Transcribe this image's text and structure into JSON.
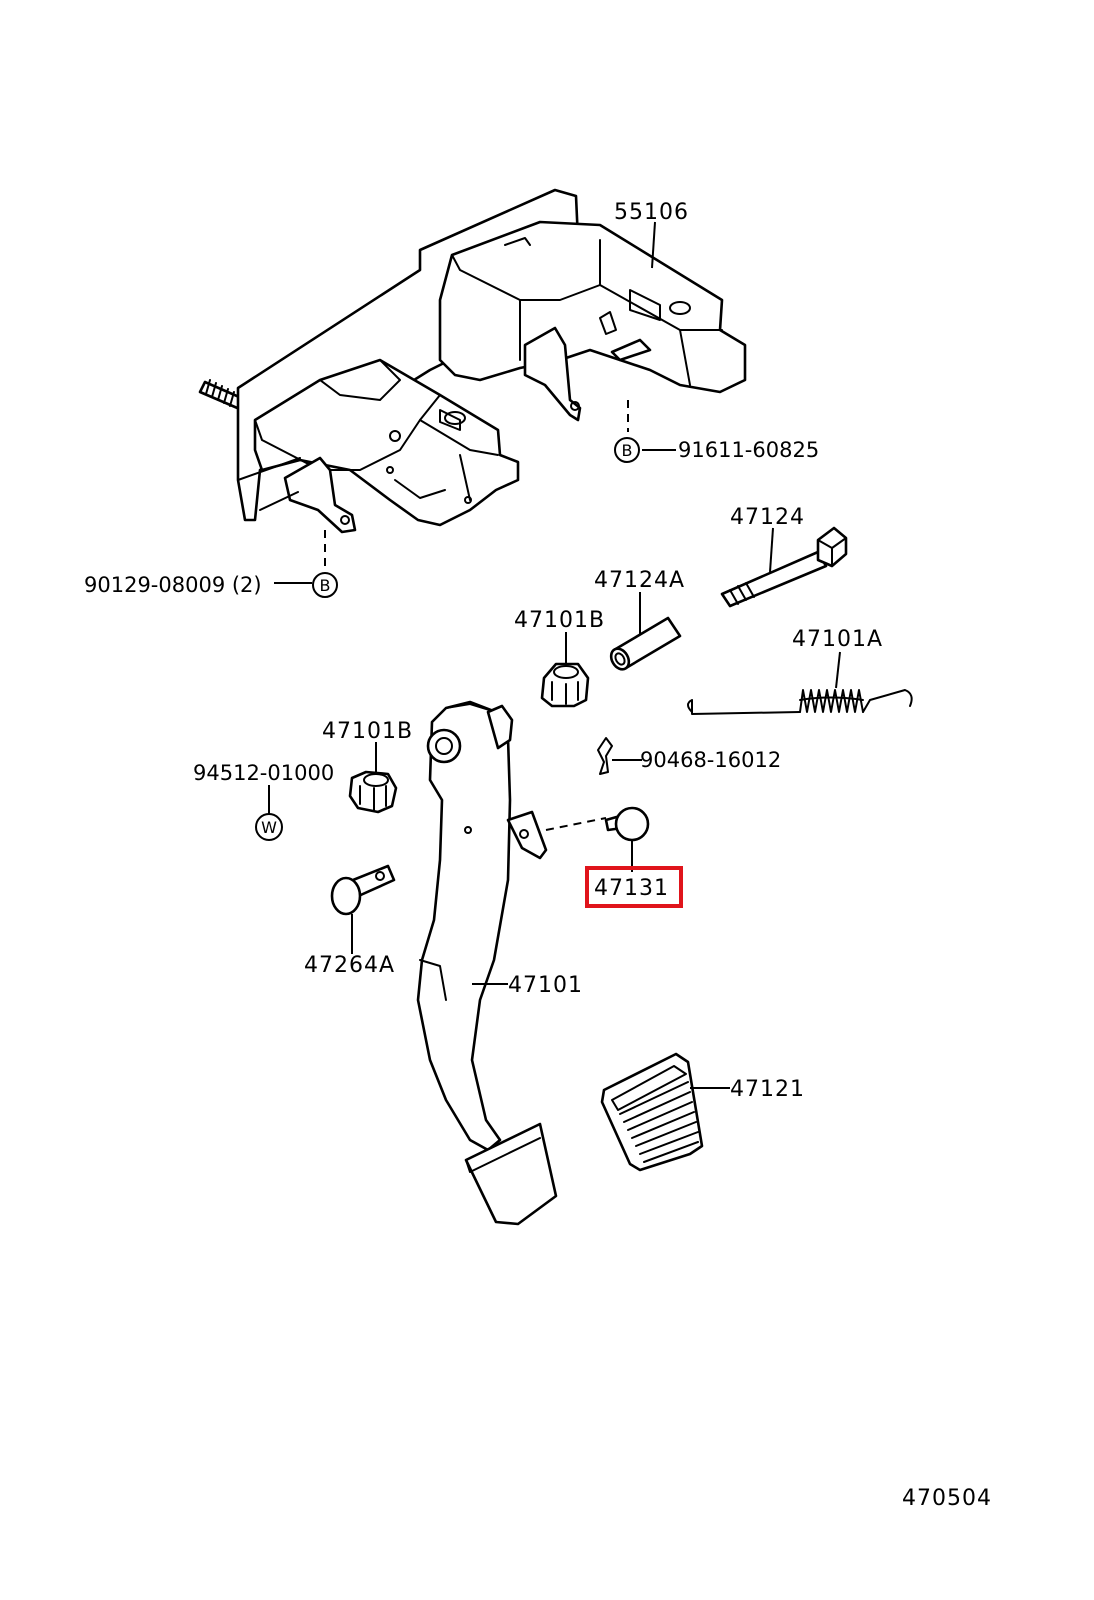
{
  "labels": {
    "p55106": "55106",
    "p91611": "91611-60825",
    "p90129": "90129-08009 (2)",
    "p47124": "47124",
    "p47124A": "47124A",
    "p47101B_top": "47101B",
    "p47101A": "47101A",
    "p47101B_left": "47101B",
    "p94512": "94512-01000",
    "p90468": "90468-16012",
    "p47131": "47131",
    "p47264A": "47264A",
    "p47101": "47101",
    "p47121": "47121",
    "diagram_no": "470504"
  },
  "symbols": {
    "b_upper": "B",
    "b_lower": "B",
    "w": "W"
  },
  "highlight": {
    "part": "47131",
    "color": "#e0141b"
  }
}
